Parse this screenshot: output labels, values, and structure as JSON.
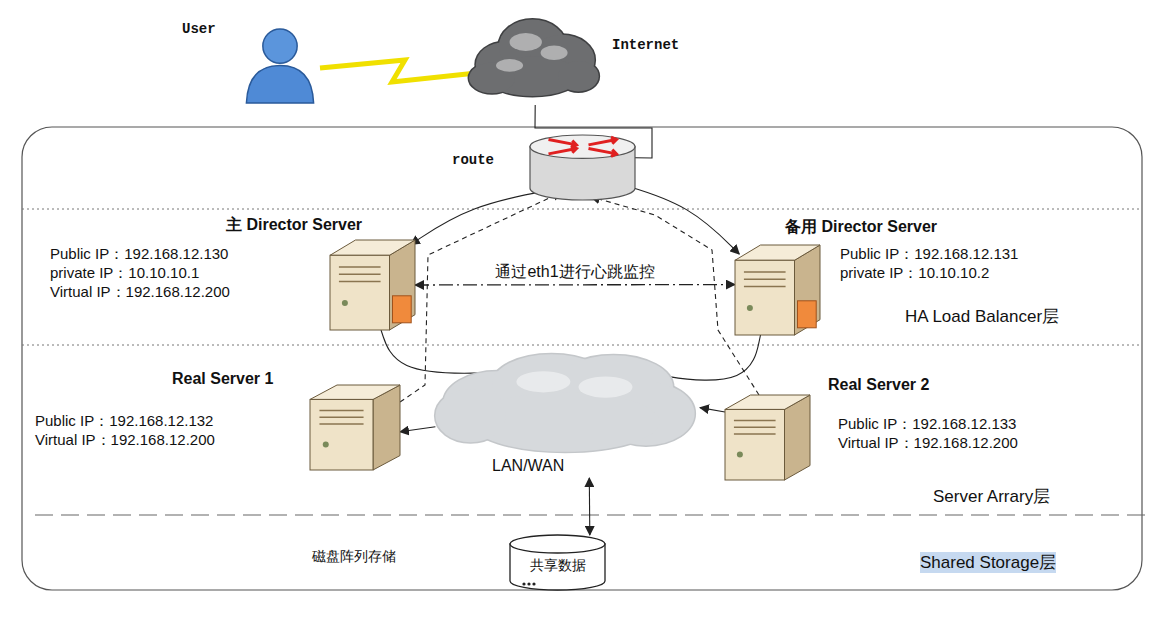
{
  "diagram": {
    "nodes": [
      {
        "text": [
          "User"
        ]
      },
      {
        "text": [
          "Internet"
        ]
      },
      {
        "text": [
          "route"
        ]
      },
      {
        "text": [
          "主 Director Server",
          "Public IP：192.168.12.130",
          "private IP：10.10.10.1",
          "Virtual IP：192.168.12.200"
        ]
      },
      {
        "text": [
          "备用 Director Server",
          "Public IP：192.168.12.131",
          "private IP：10.10.10.2"
        ]
      },
      {
        "text": [
          "Real Server 1",
          "Public IP：192.168.12.132",
          "Virtual IP：192.168.12.200"
        ]
      },
      {
        "text": [
          "LAN/WAN"
        ]
      },
      {
        "text": [
          "Real Server 2",
          "Public IP：192.168.12.133",
          "Virtual IP：192.168.12.200"
        ]
      },
      {
        "text": [
          "共享数据"
        ]
      }
    ],
    "edges": [
      {
        "from": 0,
        "to": 1,
        "arrow": "none"
      },
      {
        "from": 1,
        "to": 2,
        "arrow": "none"
      },
      {
        "from": 2,
        "to": 3,
        "arrow": "to"
      },
      {
        "from": 2,
        "to": 4,
        "arrow": "to"
      },
      {
        "from": 3,
        "to": 4,
        "label": "通过eth1进行心跳监控",
        "arrow": "both"
      },
      {
        "from": 3,
        "to": 6,
        "arrow": "to"
      },
      {
        "from": 4,
        "to": 6,
        "arrow": "to"
      },
      {
        "from": 5,
        "to": 2,
        "arrow": "to"
      },
      {
        "from": 7,
        "to": 2,
        "arrow": "to"
      },
      {
        "from": 6,
        "to": 5,
        "arrow": "to"
      },
      {
        "from": 7,
        "to": 6,
        "arrow": "to"
      },
      {
        "from": 6,
        "to": 8,
        "arrow": "both"
      }
    ],
    "labels": [
      "HA Load Balancer层",
      "Server Arrary层",
      "磁盘阵列存储",
      "Shared Storage层"
    ]
  }
}
